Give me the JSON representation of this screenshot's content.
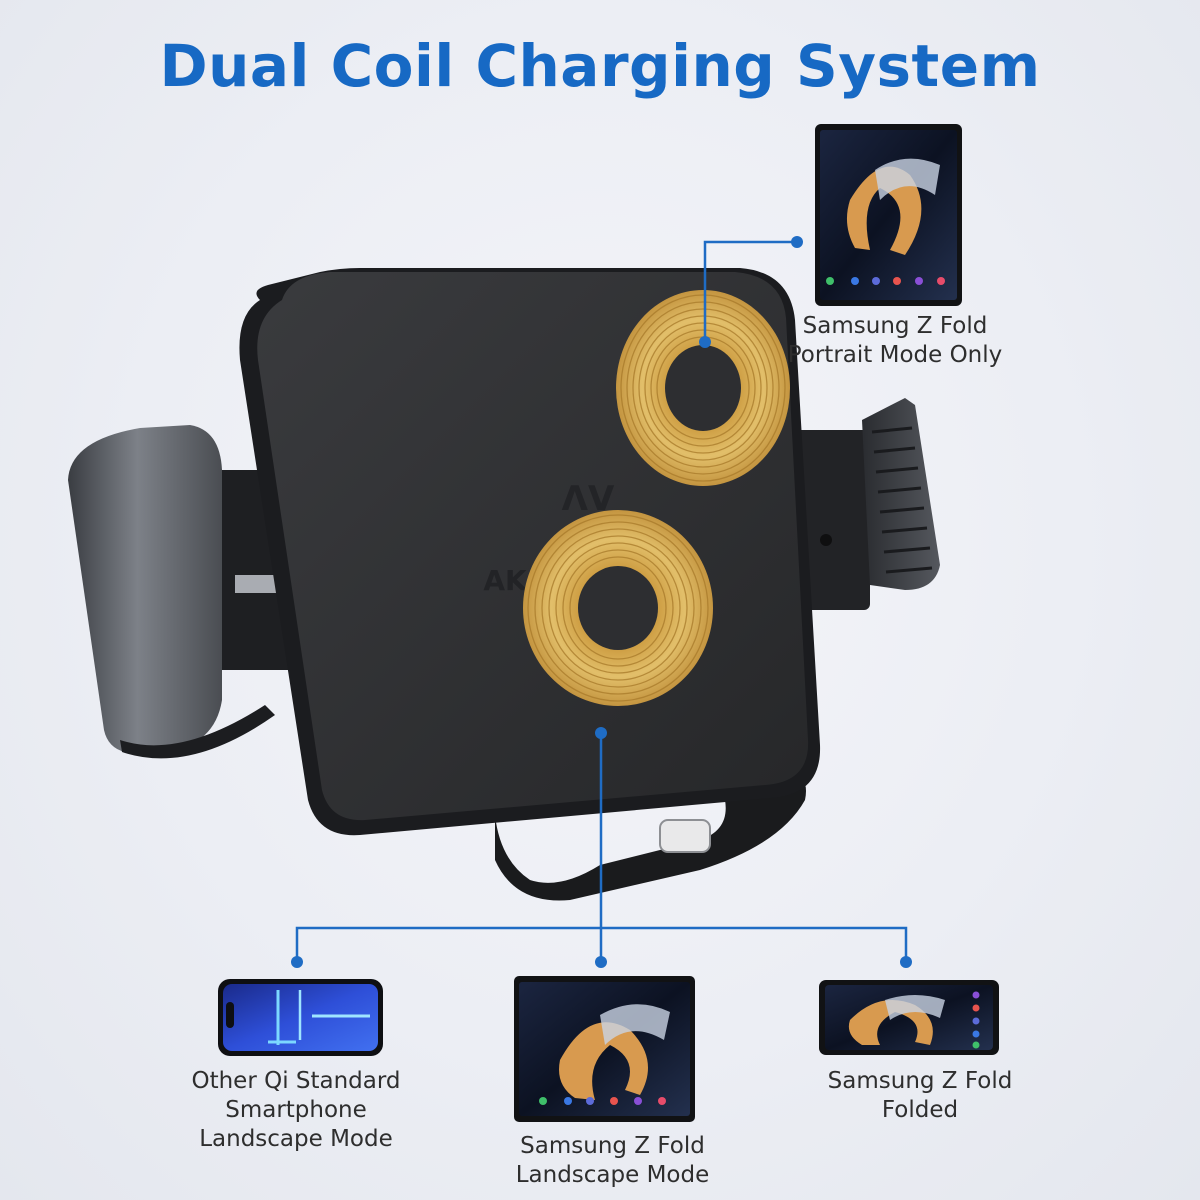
{
  "title": "Dual Coil Charging System",
  "colors": {
    "title": "#1769c4",
    "connector": "#1f6cc4",
    "coil": "#d4aa4e",
    "pad": "#2f2f31"
  },
  "device": {
    "brand_mark": "AK"
  },
  "top_coil_target": {
    "caption_line1": "Samsung Z Fold",
    "caption_line2": "Portrait Mode Only",
    "image_icon": "foldable-phone-open-portrait-icon"
  },
  "bottom_coil_targets": [
    {
      "caption_lines": [
        "Other Qi Standard",
        "Smartphone",
        "Landscape Mode"
      ],
      "image_icon": "smartphone-landscape-icon"
    },
    {
      "caption_lines": [
        "Samsung Z Fold",
        "Landscape Mode"
      ],
      "image_icon": "foldable-phone-open-landscape-icon"
    },
    {
      "caption_lines": [
        "Samsung Z Fold",
        "Folded"
      ],
      "image_icon": "foldable-phone-folded-icon"
    }
  ]
}
